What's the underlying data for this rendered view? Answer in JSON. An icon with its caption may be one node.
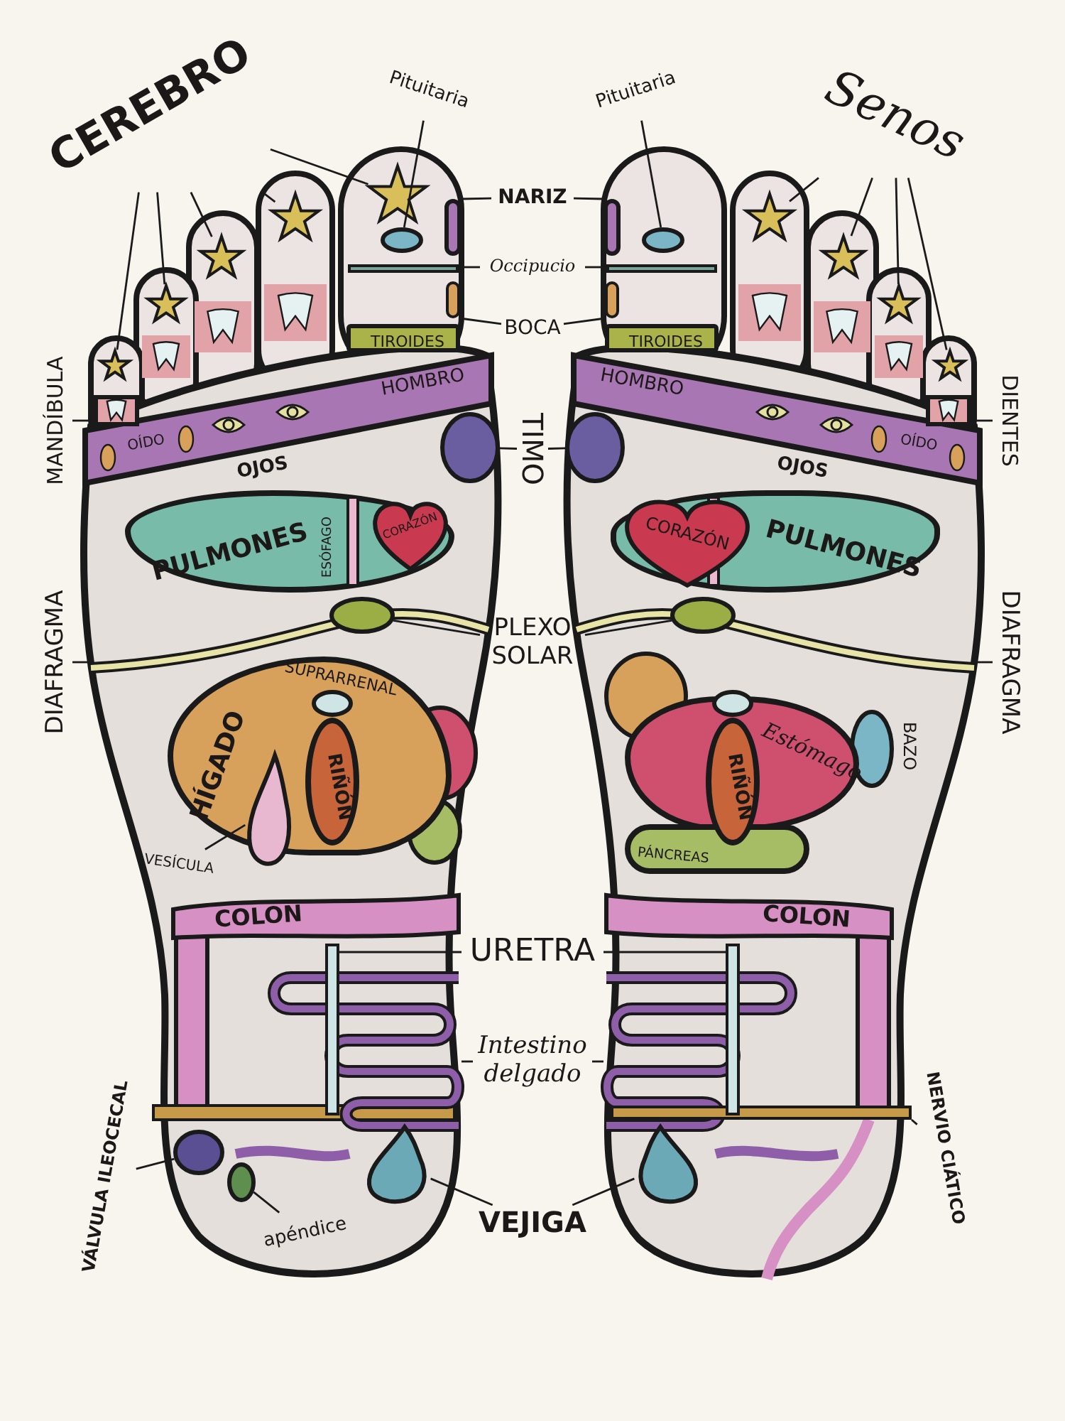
{
  "diagram": {
    "nodes": [
      {
        "text": [
          "CEREBRO"
        ]
      },
      {
        "text": [
          "Pituitaria"
        ]
      },
      {
        "text": [
          "Pituitaria"
        ]
      },
      {
        "text": [
          "Senos"
        ]
      },
      {
        "text": [
          "NARIZ"
        ]
      },
      {
        "text": [
          "Occipucio"
        ]
      },
      {
        "text": [
          "BOCA"
        ]
      },
      {
        "text": [
          "MANDÍBULA"
        ]
      },
      {
        "text": [
          "DIENTES"
        ]
      },
      {
        "text": [
          "TIMO"
        ]
      },
      {
        "text": [
          "DIAFRAGMA"
        ]
      },
      {
        "text": [
          "DIAFRAGMA"
        ]
      },
      {
        "text": [
          "PLEXO SOLAR"
        ]
      },
      {
        "text": [
          "VESÍCULA"
        ]
      },
      {
        "text": [
          "URETRA"
        ]
      },
      {
        "text": [
          "Intestino delgado"
        ]
      },
      {
        "text": [
          "VÁLVULA ILEOCECAL"
        ]
      },
      {
        "text": [
          "NERVIO CIÁTICO"
        ]
      },
      {
        "text": [
          "apéndice"
        ]
      },
      {
        "text": [
          "VEJIGA"
        ]
      },
      {
        "text": [
          "TIROIDES"
        ]
      },
      {
        "text": [
          "HOMBRO",
          "OÍDO"
        ]
      },
      {
        "text": [
          "PULMONES",
          "ESÓFAGO"
        ]
      },
      {
        "text": [
          "CORAZÓN"
        ],
        "in": 22
      },
      {
        "text": [
          "HÍGADO"
        ]
      },
      {
        "text": [
          "RIÑÓN"
        ],
        "in": 24
      },
      {
        "text": [
          "COLON"
        ]
      },
      {
        "text": [
          "TIROIDES"
        ]
      },
      {
        "text": [
          "HOMBRO",
          "OÍDO"
        ]
      },
      {
        "text": [
          "PULMONES"
        ]
      },
      {
        "text": [
          "CORAZÓN"
        ],
        "in": 29
      },
      {
        "text": [
          "Estómago"
        ]
      },
      {
        "text": [
          "RIÑÓN"
        ]
      },
      {
        "text": [
          "PÁNCREAS"
        ]
      },
      {
        "text": [
          "COLON"
        ]
      },
      {
        "text": [],
        "shape": "star"
      },
      {
        "text": [],
        "shape": "star"
      },
      {
        "text": [],
        "shape": "star"
      },
      {
        "text": [],
        "shape": "star"
      },
      {
        "text": [],
        "shape": "star"
      },
      {
        "text": [],
        "shape": "circle"
      },
      {
        "text": [],
        "shape": "box"
      },
      {
        "text": [],
        "shape": "bar"
      },
      {
        "text": [],
        "shape": "box"
      },
      {
        "text": [],
        "shape": "box"
      },
      {
        "text": [],
        "shape": "circle"
      },
      {
        "text": [],
        "shape": "line"
      },
      {
        "text": [],
        "shape": "circle"
      },
      {
        "text": [],
        "shape": "drop"
      },
      {
        "text": [],
        "shape": "bar"
      },
      {
        "text": [],
        "shape": "tube"
      },
      {
        "text": [],
        "shape": "circle"
      },
      {
        "text": [],
        "shape": "circle"
      },
      {
        "text": [],
        "shape": "drop"
      },
      {
        "text": [],
        "shape": "circle"
      },
      {
        "text": [],
        "shape": "box"
      },
      {
        "text": [],
        "shape": "bar"
      },
      {
        "text": [],
        "shape": "box"
      },
      {
        "text": [],
        "shape": "circle"
      },
      {
        "text": [],
        "shape": "star"
      },
      {
        "text": [],
        "shape": "star"
      },
      {
        "text": [],
        "shape": "star"
      },
      {
        "text": [],
        "shape": "star"
      },
      {
        "text": [],
        "shape": "box"
      },
      {
        "text": [],
        "shape": "line"
      },
      {
        "text": [],
        "shape": "circle"
      },
      {
        "text": [],
        "shape": "bar"
      },
      {
        "text": [],
        "shape": "tube"
      },
      {
        "text": [],
        "shape": "drop"
      },
      {
        "text": [],
        "shape": "bar"
      }
    ],
    "edges": [
      {
        "from": 0,
        "to": 35,
        "arrow": "none"
      },
      {
        "from": 0,
        "to": 36,
        "arrow": "none"
      },
      {
        "from": 0,
        "to": 37,
        "arrow": "none"
      },
      {
        "from": 0,
        "to": 38,
        "arrow": "none"
      },
      {
        "from": 0,
        "to": 39,
        "arrow": "none"
      },
      {
        "from": 1,
        "to": 40,
        "arrow": "none"
      },
      {
        "from": 2,
        "to": 54,
        "arrow": "none"
      },
      {
        "from": 3,
        "to": 59,
        "arrow": "none"
      },
      {
        "from": 3,
        "to": 60,
        "arrow": "none"
      },
      {
        "from": 3,
        "to": 61,
        "arrow": "none"
      },
      {
        "from": 3,
        "to": 62,
        "arrow": "none"
      },
      {
        "from": 4,
        "to": 41,
        "arrow": "none"
      },
      {
        "from": 4,
        "to": 55,
        "arrow": "none"
      },
      {
        "from": 5,
        "to": 42,
        "arrow": "none"
      },
      {
        "from": 5,
        "to": 56,
        "arrow": "none"
      },
      {
        "from": 6,
        "to": 43,
        "arrow": "none"
      },
      {
        "from": 6,
        "to": 57,
        "arrow": "none"
      },
      {
        "from": 7,
        "to": 44,
        "arrow": "none"
      },
      {
        "from": 8,
        "to": 63,
        "arrow": "none"
      },
      {
        "from": 9,
        "to": 45,
        "arrow": "none"
      },
      {
        "from": 9,
        "to": 58,
        "arrow": "none"
      },
      {
        "from": 10,
        "to": 46,
        "arrow": "none"
      },
      {
        "from": 11,
        "to": 64,
        "arrow": "none"
      },
      {
        "from": 12,
        "to": 47,
        "arrow": "none"
      },
      {
        "from": 12,
        "to": 65,
        "arrow": "none"
      },
      {
        "from": 13,
        "to": 48,
        "arrow": "none"
      },
      {
        "from": 14,
        "to": 49,
        "arrow": "none"
      },
      {
        "from": 14,
        "to": 66,
        "arrow": "none"
      },
      {
        "from": 15,
        "to": 50,
        "arrow": "none"
      },
      {
        "from": 15,
        "to": 67,
        "arrow": "none"
      },
      {
        "from": 16,
        "to": 51,
        "arrow": "none"
      },
      {
        "from": 17,
        "to": 69,
        "arrow": "none"
      },
      {
        "from": 18,
        "to": 52,
        "arrow": "none"
      },
      {
        "from": 19,
        "to": 53,
        "arrow": "none"
      },
      {
        "from": 19,
        "to": 68,
        "arrow": "none"
      }
    ],
    "labels": [
      "OJOS",
      "OJOS",
      "SUPRARRENAL",
      "BAZO"
    ]
  }
}
